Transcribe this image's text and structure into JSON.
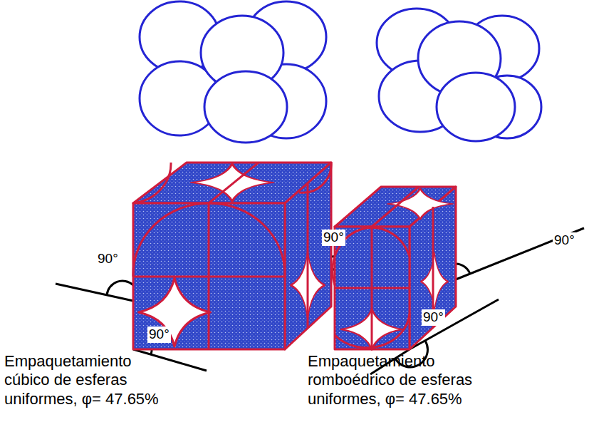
{
  "diagram": {
    "labels": [
      "90°",
      "90°",
      "90°",
      "90°",
      "90°",
      "Empaquetamiento cúbico de esferas uniformes, φ= 47.65%",
      "Empaquetamiento romboédrico de esferas uniformes, φ= 47.65%"
    ]
  }
}
